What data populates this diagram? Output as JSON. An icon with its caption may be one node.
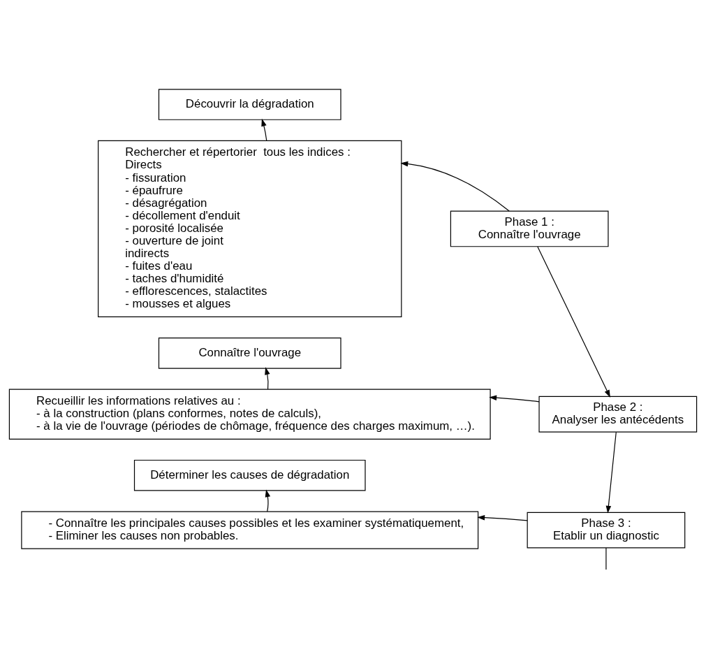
{
  "diagram": {
    "nodes": [
      {
        "text": [
          "Découvrir la dégradation"
        ]
      },
      {
        "text": [
          "Rechercher et répertorier  tous les indices :",
          "Directs",
          "- fissuration",
          "- épaufrure",
          "- désagrégation",
          "- décollement d'enduit",
          "- porosité localisée",
          "- ouverture de joint",
          "indirects",
          "- fuites d'eau",
          "- taches d'humidité",
          "- efflorescences, stalactites",
          "- mousses et algues"
        ]
      },
      {
        "text": [
          "Phase 1 :",
          "Connaître l'ouvrage"
        ]
      },
      {
        "text": [
          "Connaître l'ouvrage"
        ]
      },
      {
        "text": [
          "Recueillir les informations relatives au :",
          "- à la construction (plans conformes, notes de calculs),",
          "- à la vie de l'ouvrage (périodes de chômage, fréquence des charges maximum, …)."
        ]
      },
      {
        "text": [
          "Phase 2 :",
          "Analyser les antécédents"
        ]
      },
      {
        "text": [
          "Déterminer les causes de dégradation"
        ]
      },
      {
        "text": [
          "- Connaître les principales causes possibles et les examiner systématiquement,",
          "- Eliminer les causes non probables."
        ]
      },
      {
        "text": [
          "Phase 3 :",
          "Etablir un diagnostic"
        ]
      }
    ],
    "edges": [
      {
        "from": 1,
        "to": 0,
        "arrow": "to"
      },
      {
        "from": 2,
        "to": 1,
        "arrow": "to"
      },
      {
        "from": 2,
        "to": 5,
        "arrow": "to"
      },
      {
        "from": 4,
        "to": 3,
        "arrow": "to"
      },
      {
        "from": 5,
        "to": 4,
        "arrow": "to"
      },
      {
        "from": 5,
        "to": 8,
        "arrow": "to"
      },
      {
        "from": 7,
        "to": 6,
        "arrow": "to"
      },
      {
        "from": 8,
        "to": 7,
        "arrow": "to"
      },
      {
        "from": 8,
        "to": null,
        "arrow": "none"
      }
    ]
  }
}
